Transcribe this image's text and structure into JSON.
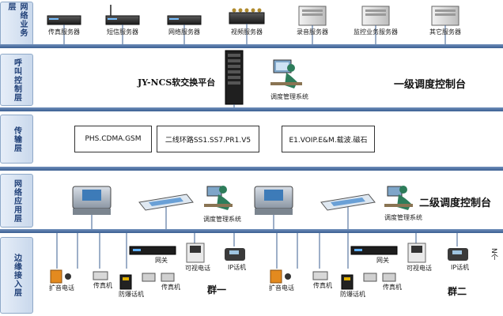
{
  "layers": {
    "business": "网络业务层",
    "call_control": "呼叫控制层",
    "transport": "传输层",
    "network_app": "网络应用层",
    "edge_access": "边缘接入层"
  },
  "servers": [
    {
      "label": "传真服务器",
      "kind": "rack"
    },
    {
      "label": "短信服务器",
      "kind": "rack-antenna"
    },
    {
      "label": "网络服务器",
      "kind": "rack"
    },
    {
      "label": "视频服务器",
      "kind": "rack-video"
    },
    {
      "label": "录音服务器",
      "kind": "tower"
    },
    {
      "label": "监控业务服务器",
      "kind": "tower"
    },
    {
      "label": "其它服务器",
      "kind": "tower"
    }
  ],
  "call_control": {
    "platform_label": "JY-NCS软交换平台",
    "operator_label": "调度管理系统",
    "level_label": "一级调度控制台"
  },
  "transport": {
    "boxes": [
      "PHS.CDMA.GSM",
      "二线环路SS1.SS7.PR1.V5",
      "E1.VOIP.E&M.载波.磁石"
    ]
  },
  "network_app": {
    "operator_label_left": "调度管理系统",
    "operator_label_right": "调度管理系统",
    "level_label": "二级调度控制台"
  },
  "edge": {
    "groups": [
      {
        "name": "群一",
        "gateway": "网关",
        "video_phone": "可视电话",
        "ip_phone": "IP话机",
        "speaker_phone": "扩音电话",
        "fax": "传真机",
        "alarm_phone": "防爆话机"
      },
      {
        "name": "群二",
        "gateway": "网关",
        "video_phone": "可视电话",
        "ip_phone": "IP话机",
        "speaker_phone": "扩音电话",
        "fax": "传真机",
        "alarm_phone": "防爆话机"
      }
    ],
    "more_label": "N个"
  },
  "colors": {
    "bus": "#3b5f92",
    "tab_text": "#1f3f77",
    "gateway": "#222222",
    "phone_orange": "#e38a1f"
  }
}
